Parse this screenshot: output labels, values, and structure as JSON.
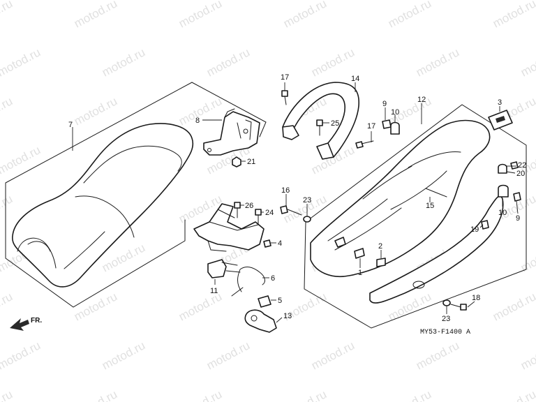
{
  "diagram": {
    "drawing_code": "MY53-F1400 A",
    "front_label": "FR.",
    "watermark": "motod.ru",
    "callouts": {
      "c1": "1",
      "c2": "2",
      "c4": "4",
      "c5": "5",
      "c6": "6",
      "c7": "7",
      "c8": "8",
      "c9a": "9",
      "c9b": "9",
      "c10a": "10",
      "c10b": "10",
      "c11": "11",
      "c12": "12",
      "c13": "13",
      "c14": "14",
      "c15": "15",
      "c16": "16",
      "c17a": "17",
      "c17b": "17",
      "c18": "18",
      "c19": "19",
      "c20": "20",
      "c21": "21",
      "c22": "22",
      "c23a": "23",
      "c23b": "23",
      "c24": "24",
      "c25": "25",
      "c26": "26"
    }
  }
}
